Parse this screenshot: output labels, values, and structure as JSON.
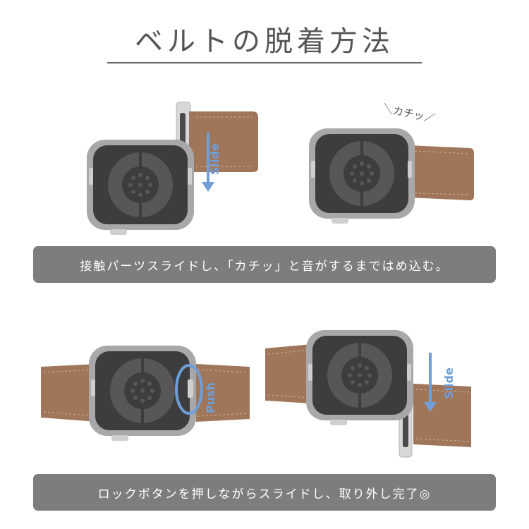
{
  "title": "ベルトの脱着方法",
  "step1": {
    "caption": "接触パーツスライドし、「カチッ」と音がするまではめ込む。",
    "slide_label": "Slide",
    "click_label": "＼カチッ／"
  },
  "step2": {
    "caption": "ロックボタンを押しながらスライドし、取り外し完了◎",
    "push_label": "Push",
    "slide_label": "Slide"
  },
  "colors": {
    "band": "#a0765a",
    "band_edge": "#8a6248",
    "case": "#a8a8aa",
    "face": "#3d3d3f",
    "sensor_ring": "#575759",
    "arrow": "#6e9fd8",
    "caption_bg": "#7d7d7d"
  }
}
